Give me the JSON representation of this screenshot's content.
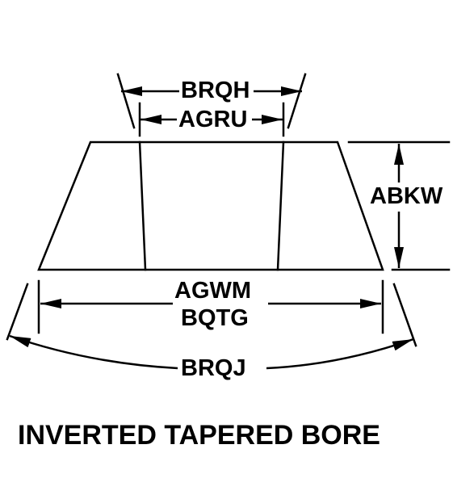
{
  "labels": {
    "brqh": "BRQH",
    "agru": "AGRU",
    "abkw": "ABKW",
    "agwm": "AGWM",
    "bqtg": "BQTG",
    "brqj": "BRQJ"
  },
  "caption": "INVERTED TAPERED BORE",
  "colors": {
    "line": "#000000",
    "background": "#ffffff"
  }
}
